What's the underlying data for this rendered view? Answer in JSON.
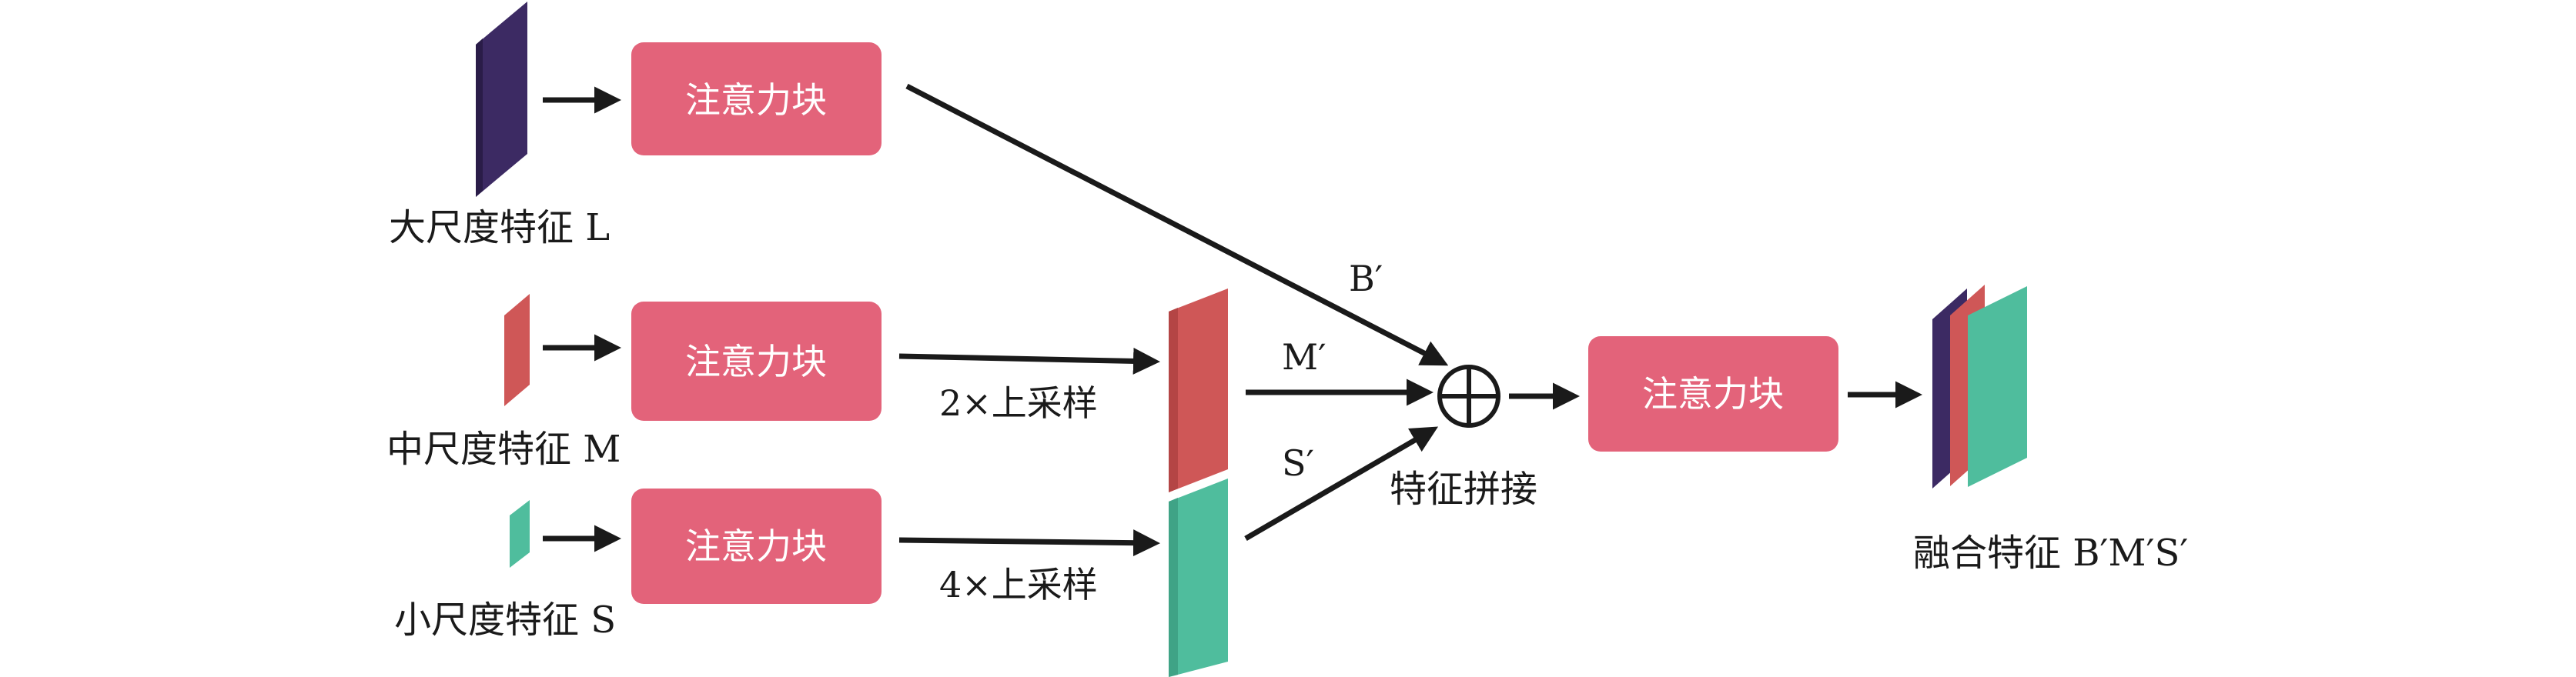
{
  "diagram": {
    "attention_block_label": "注意力块",
    "inputs": {
      "large": "大尺度特征 L",
      "medium": "中尺度特征 M",
      "small": "小尺度特征 S"
    },
    "upsample": {
      "x2": "2×上采样",
      "x4": "4×上采样"
    },
    "branch_labels": {
      "b": "B′",
      "m": "M′",
      "s": "S′"
    },
    "concat_symbol": "⊕",
    "concat_label": "特征拼接",
    "output_label": "融合特征 B′M′S′",
    "colors": {
      "attention_box": "#e3637a",
      "feature_large": "#3c2a63",
      "feature_medium": "#cf5757",
      "feature_small": "#4fbd9d",
      "arrow": "#1a1a1a"
    }
  }
}
